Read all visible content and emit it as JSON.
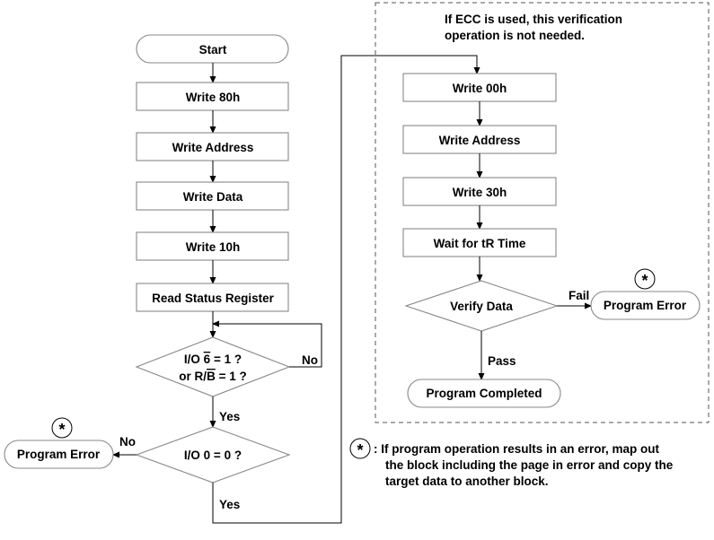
{
  "left_flow": {
    "start": "Start",
    "write_80h": "Write 80h",
    "write_address": "Write Address",
    "write_data": "Write Data",
    "write_10h": "Write 10h",
    "read_status": "Read Status Register",
    "io6_line1_a": "I/O ",
    "io6_line1_b": "6",
    "io6_line1_c": " = 1 ?",
    "io6_line2_a": "or R/",
    "io6_line2_b": "B",
    "io6_line2_c": " = 1 ?",
    "io6_no": "No",
    "io6_yes": "Yes",
    "io0_check": "I/O 0 = 0 ?",
    "io0_no": "No",
    "io0_yes": "Yes",
    "program_error": "Program Error",
    "asterisk": "*"
  },
  "right_flow": {
    "ecc_note_line1": "If ECC is used, this verification",
    "ecc_note_line2": "operation is not needed.",
    "write_00h": "Write 00h",
    "write_address": "Write Address",
    "write_30h": "Write 30h",
    "wait_tr": "Wait for tR Time",
    "verify_data": "Verify Data",
    "fail": "Fail",
    "pass": "Pass",
    "program_error": "Program Error",
    "program_completed": "Program Completed",
    "asterisk": "*"
  },
  "footnote": {
    "symbol": "*",
    "line1": ": If program operation results in an error, map out",
    "line2": "the block including the page in error and copy the",
    "line3": "target data to another block."
  }
}
